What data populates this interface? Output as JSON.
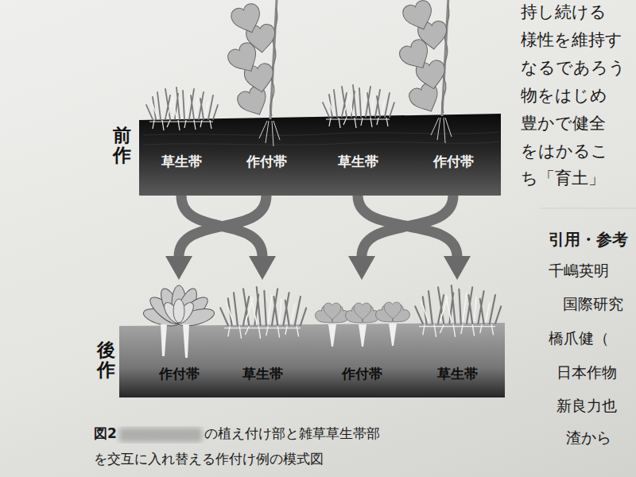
{
  "diagram": {
    "caption": "の植え付け部と雑草草生帯部を交互に入れ替える作付け例の模式図",
    "nodes": [
      {
        "text": [
          "前作"
        ]
      },
      {
        "text": [
          "草生帯"
        ],
        "in": 0
      },
      {
        "text": [
          "作付帯"
        ],
        "in": 0
      },
      {
        "text": [
          "草生帯"
        ],
        "in": 0
      },
      {
        "text": [
          "作付帯"
        ],
        "in": 0
      },
      {
        "text": [
          "後作"
        ]
      },
      {
        "text": [
          "作付帯"
        ],
        "in": 5
      },
      {
        "text": [
          "草生帯"
        ],
        "in": 5
      },
      {
        "text": [
          "作付帯"
        ],
        "in": 5
      },
      {
        "text": [
          "草生帯"
        ],
        "in": 5
      }
    ],
    "edges": [
      {
        "from": 1,
        "to": 7,
        "arrow": "to"
      },
      {
        "from": 2,
        "to": 6,
        "arrow": "to"
      },
      {
        "from": 3,
        "to": 9,
        "arrow": "to"
      },
      {
        "from": 4,
        "to": 8,
        "arrow": "to"
      }
    ],
    "labels": [
      "図2",
      "持し続ける",
      "様性を維持す",
      "なるであろう",
      "物をはじめ",
      "豊かで健全",
      "をはかるこ",
      "ち「育土」",
      "引用・参考",
      "千嶋英明",
      "国際研究",
      "橋爪健（",
      "日本作物",
      "新良力也",
      "渣から"
    ]
  }
}
